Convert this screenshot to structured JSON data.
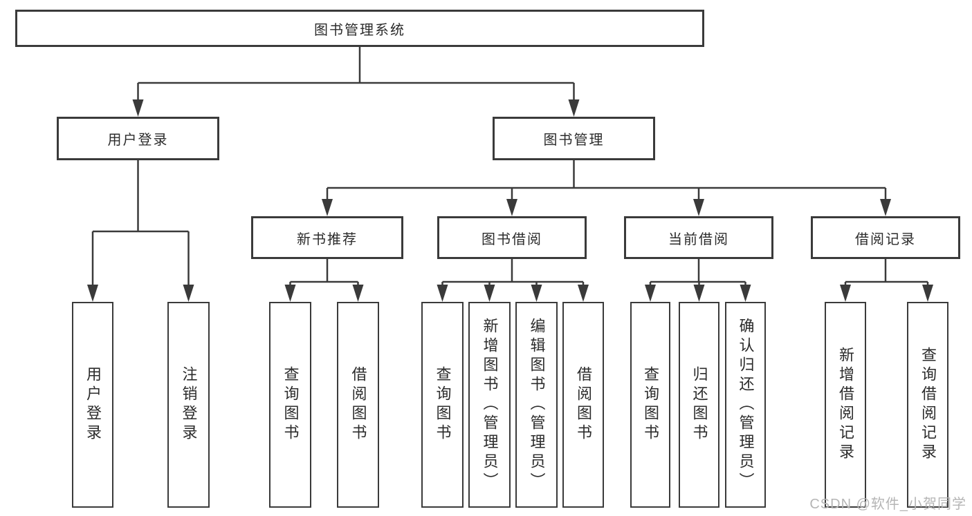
{
  "diagram": {
    "root": {
      "label": "图书管理系统"
    },
    "branches": [
      {
        "label": "用户登录",
        "children": [
          {
            "label": "用户登录"
          },
          {
            "label": "注销登录"
          }
        ]
      },
      {
        "label": "图书管理",
        "children": [
          {
            "label": "新书推荐",
            "children": [
              {
                "label": "查询图书"
              },
              {
                "label": "借阅图书"
              }
            ]
          },
          {
            "label": "图书借阅",
            "children": [
              {
                "label": "查询图书"
              },
              {
                "label": "新增图书（管理员）"
              },
              {
                "label": "编辑图书（管理员）"
              },
              {
                "label": "借阅图书"
              }
            ]
          },
          {
            "label": "当前借阅",
            "children": [
              {
                "label": "查询图书"
              },
              {
                "label": "归还图书"
              },
              {
                "label": "确认归还（管理员）"
              }
            ]
          },
          {
            "label": "借阅记录",
            "children": [
              {
                "label": "新增借阅记录"
              },
              {
                "label": "查询借阅记录"
              }
            ]
          }
        ]
      }
    ]
  },
  "watermark": "CSDN @软件_小贺同学",
  "colors": {
    "line": "#3a3a3a",
    "box_border": "#3a3a3a",
    "text": "#2b2b2b",
    "watermark": "#b5b5b5",
    "background": "#ffffff"
  }
}
